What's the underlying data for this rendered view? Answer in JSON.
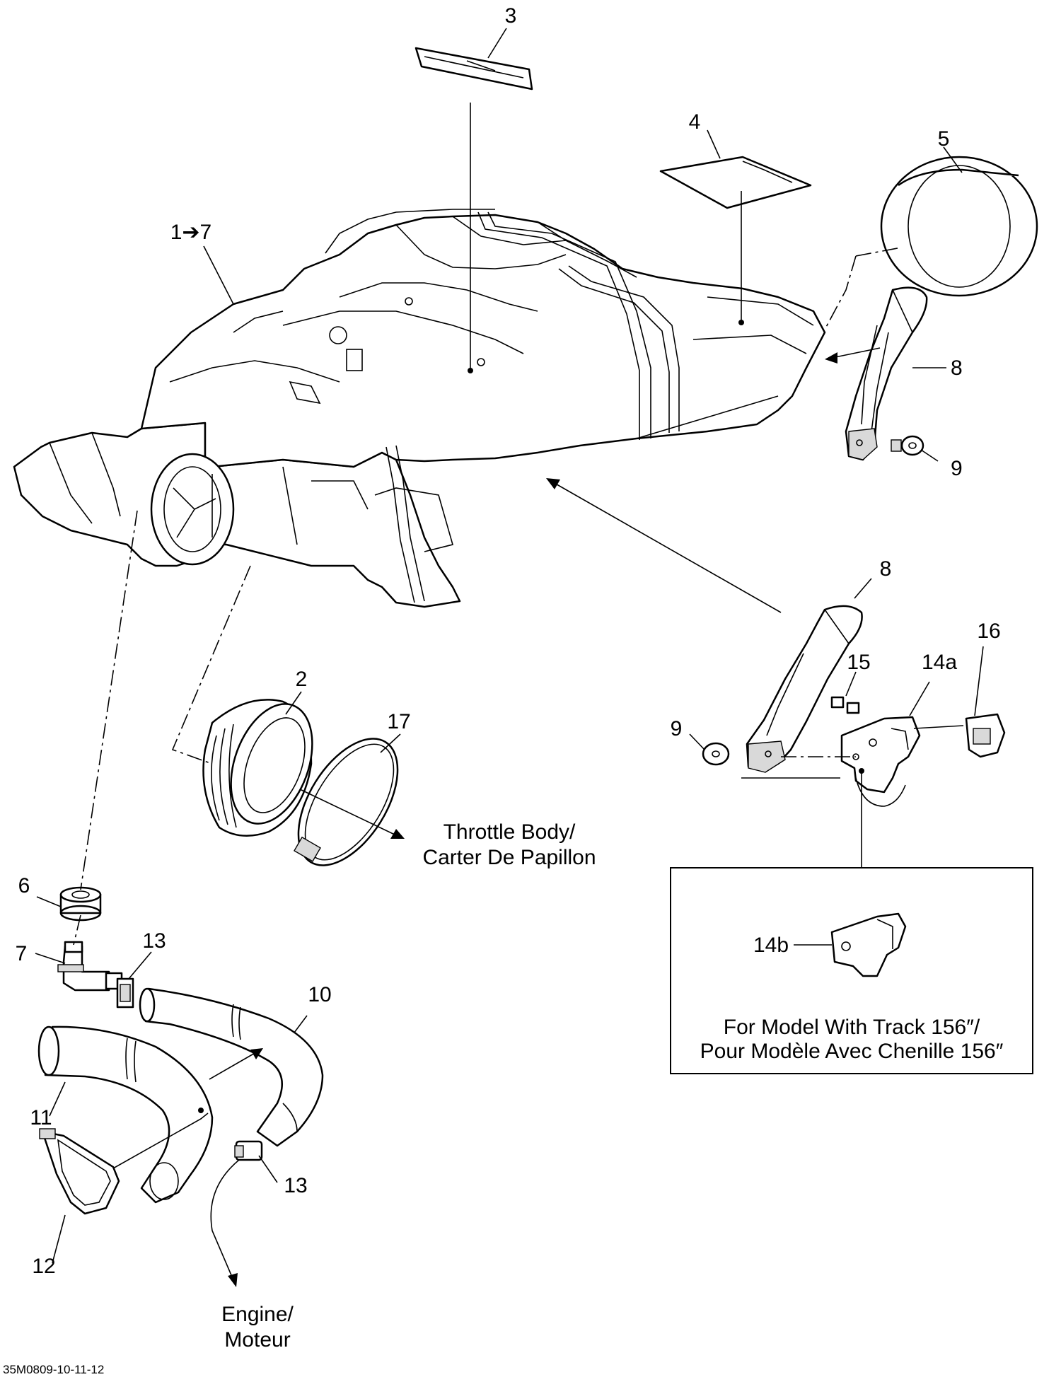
{
  "callouts": {
    "c3": "3",
    "c4": "4",
    "c5": "5",
    "c1to7": "1➔7",
    "c8_top": "8",
    "c9_top": "9",
    "c8_mid": "8",
    "c9_mid": "9",
    "c15": "15",
    "c14a": "14a",
    "c16": "16",
    "c2": "2",
    "c17": "17",
    "c6": "6",
    "c7": "7",
    "c13_top": "13",
    "c10": "10",
    "c11": "11",
    "c12": "12",
    "c13_bottom": "13",
    "c14b": "14b"
  },
  "captions": {
    "throttle_line1": "Throttle Body/",
    "throttle_line2": "Carter De Papillon",
    "engine_line1": "Engine/",
    "engine_line2": "Moteur",
    "inset_line1": "For Model With Track 156″/",
    "inset_line2": "Pour Modèle Avec Chenille 156″"
  },
  "drawing_code": "35M0809-10-11-12"
}
